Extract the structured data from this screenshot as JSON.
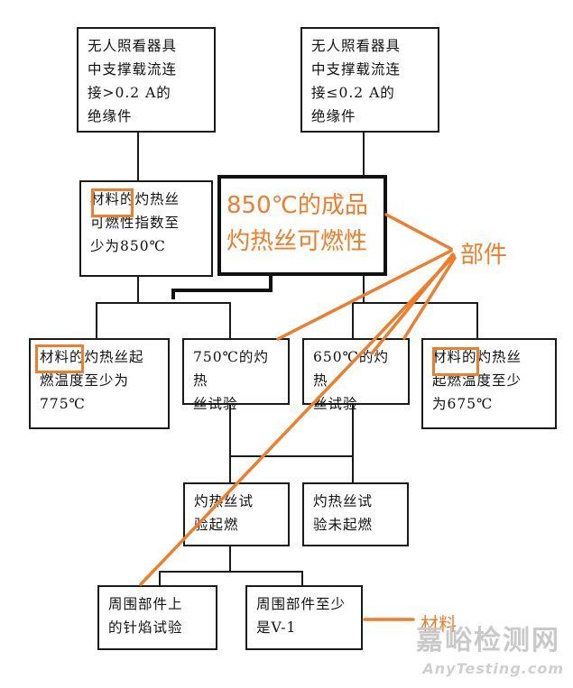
{
  "nodes": {
    "top_left": "无人照看器具\n中支撑载流连\n接>0.2 A的\n绝缘件",
    "top_right": "无人照看器具\n中支撑载流连\n接≤0.2 A的\n绝缘件",
    "gwfi_850": "材料的灼热丝\n可燃性指数至\n少为850℃",
    "product_850": "850℃的成品\n灼热丝可燃性",
    "gwit_775": "材料的灼热丝起\n燃温度至少为\n775℃",
    "test_750": "750℃的灼热\n丝试验",
    "test_650": "650℃的灼热\n丝试验",
    "gwit_675": "材料的灼热丝\n起燃温度至少\n为675℃",
    "ignited": "灼热丝试\n验起燃",
    "not_ignited": "灼热丝试\n验未起燃",
    "needle_flame": "周围部件上\n的针焰试验",
    "v1": "周围部件至少\n是V-1"
  },
  "annotations": {
    "product_label": "850℃的成品\n灼热丝可燃性",
    "component_label": "部件",
    "material_label": "材料"
  },
  "watermark": {
    "cn": "嘉峪检测网",
    "en": "AnyTesting.com"
  },
  "colors": {
    "accent": "#f07d2a",
    "line": "#1a1a1a"
  }
}
